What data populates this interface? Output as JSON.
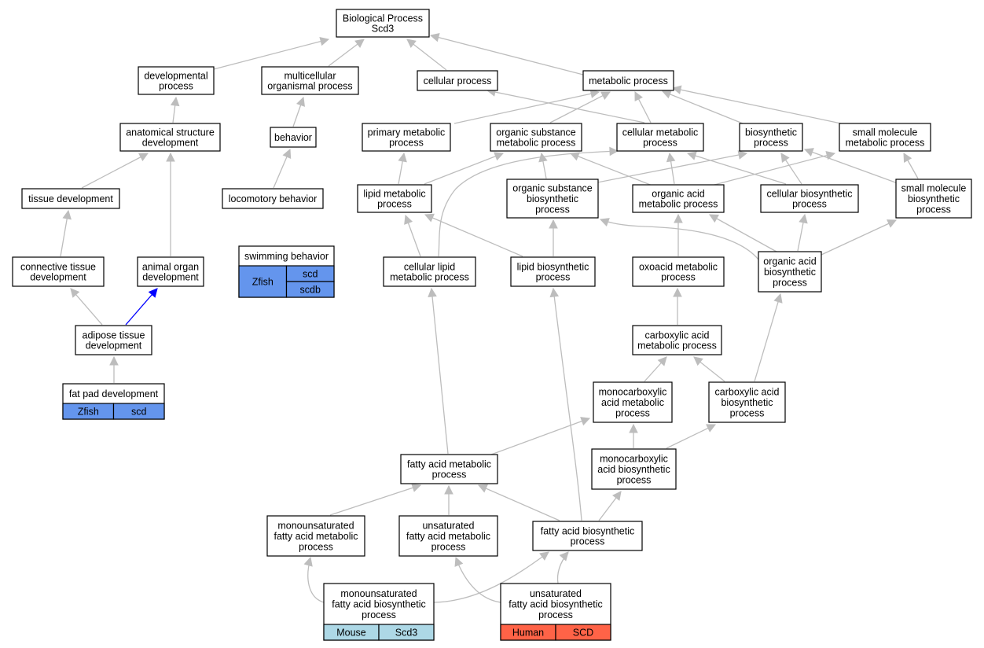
{
  "colors": {
    "edge": "#bdbdbd",
    "edge_highlight": "#0000ff",
    "zfish": "#6495ed",
    "mouse": "#add8e6",
    "human": "#ff6347"
  },
  "nodes": {
    "root": [
      "Biological Process",
      "Scd3"
    ],
    "developmental_process": [
      "developmental",
      "process"
    ],
    "multicellular_organismal_process": [
      "multicellular",
      "organismal process"
    ],
    "cellular_process": [
      "cellular process"
    ],
    "metabolic_process": [
      "metabolic process"
    ],
    "anatomical_structure_development": [
      "anatomical structure",
      "development"
    ],
    "behavior": [
      "behavior"
    ],
    "primary_metabolic_process": [
      "primary metabolic",
      "process"
    ],
    "organic_substance_metabolic_process": [
      "organic substance",
      "metabolic process"
    ],
    "cellular_metabolic_process": [
      "cellular metabolic",
      "process"
    ],
    "biosynthetic_process": [
      "biosynthetic",
      "process"
    ],
    "small_molecule_metabolic_process": [
      "small molecule",
      "metabolic process"
    ],
    "tissue_development": [
      "tissue development"
    ],
    "locomotory_behavior": [
      "locomotory behavior"
    ],
    "lipid_metabolic_process": [
      "lipid metabolic",
      "process"
    ],
    "organic_substance_biosynthetic_process": [
      "organic substance",
      "biosynthetic",
      "process"
    ],
    "organic_acid_metabolic_process": [
      "organic acid",
      "metabolic process"
    ],
    "cellular_biosynthetic_process": [
      "cellular biosynthetic",
      "process"
    ],
    "small_molecule_biosynthetic_process": [
      "small molecule",
      "biosynthetic",
      "process"
    ],
    "swimming_behavior": [
      "swimming behavior"
    ],
    "connective_tissue_development": [
      "connective tissue",
      "development"
    ],
    "animal_organ_development": [
      "animal organ",
      "development"
    ],
    "cellular_lipid_metabolic_process": [
      "cellular lipid",
      "metabolic process"
    ],
    "lipid_biosynthetic_process": [
      "lipid biosynthetic",
      "process"
    ],
    "oxoacid_metabolic_process": [
      "oxoacid metabolic",
      "process"
    ],
    "organic_acid_biosynthetic_process": [
      "organic acid",
      "biosynthetic",
      "process"
    ],
    "adipose_tissue_development": [
      "adipose tissue",
      "development"
    ],
    "carboxylic_acid_metabolic_process": [
      "carboxylic acid",
      "metabolic process"
    ],
    "fat_pad_development": [
      "fat pad development"
    ],
    "monocarboxylic_acid_metabolic_process": [
      "monocarboxylic",
      "acid metabolic",
      "process"
    ],
    "carboxylic_acid_biosynthetic_process": [
      "carboxylic acid",
      "biosynthetic",
      "process"
    ],
    "monocarboxylic_acid_biosynthetic_process": [
      "monocarboxylic",
      "acid biosynthetic",
      "process"
    ],
    "fatty_acid_metabolic_process": [
      "fatty acid metabolic",
      "process"
    ],
    "monounsaturated_fatty_acid_metabolic_process": [
      "monounsaturated",
      "fatty acid metabolic",
      "process"
    ],
    "unsaturated_fatty_acid_metabolic_process": [
      "unsaturated",
      "fatty acid metabolic",
      "process"
    ],
    "fatty_acid_biosynthetic_process": [
      "fatty acid biosynthetic",
      "process"
    ],
    "monounsaturated_fatty_acid_biosynthetic_process": [
      "monounsaturated",
      "fatty acid biosynthetic",
      "process"
    ],
    "unsaturated_fatty_acid_biosynthetic_process": [
      "unsaturated",
      "fatty acid biosynthetic",
      "process"
    ]
  },
  "annotations": {
    "swimming_behavior": {
      "species": "Zfish",
      "genes": [
        "scd",
        "scdb"
      ]
    },
    "fat_pad_development": {
      "species": "Zfish",
      "genes": [
        "scd"
      ]
    },
    "monounsaturated_fatty_acid_biosynthetic_process": {
      "species": "Mouse",
      "genes": [
        "Scd3"
      ]
    },
    "unsaturated_fatty_acid_biosynthetic_process": {
      "species": "Human",
      "genes": [
        "SCD"
      ]
    }
  }
}
